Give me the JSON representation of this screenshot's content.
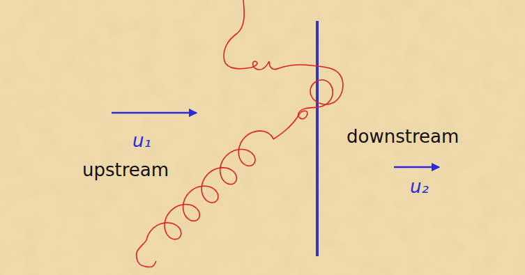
{
  "diagram": {
    "labels": [
      "u₁",
      "upstream",
      "downstream",
      "u₂"
    ]
  }
}
